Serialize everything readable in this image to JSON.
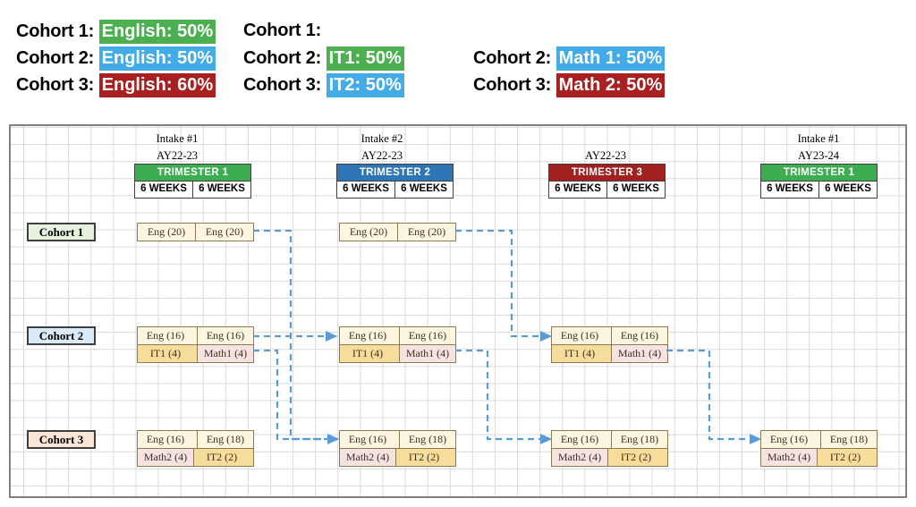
{
  "legend": {
    "rows": [
      {
        "label": "Cohort 1:",
        "chip": "English: 50%",
        "color": "#4CAF50"
      },
      {
        "label": "Cohort 2:",
        "chip": "English: 50%",
        "color": "#42ABE8"
      },
      {
        "label": "Cohort 3:",
        "chip": "English: 60%",
        "color": "#A82020"
      },
      {
        "label": "Cohort 1:",
        "chip": "",
        "color": ""
      },
      {
        "label": "Cohort 2:",
        "chip": "IT1:  50%",
        "color": "#4CAF50"
      },
      {
        "label": "Cohort 3:",
        "chip": "IT2:  50%",
        "color": "#42ABE8"
      },
      {
        "label": "Cohort 2:",
        "chip": "Math 1: 50%",
        "color": "#42ABE8"
      },
      {
        "label": "Cohort 3:",
        "chip": "Math 2: 50%",
        "color": "#A82020"
      }
    ]
  },
  "chart": {
    "trimesters": [
      {
        "intake": "Intake #1",
        "ay": "AY22-23",
        "band": "TRIMESTER 1",
        "color": "#3DAD52",
        "weeks": [
          "6 WEEKS",
          "6 WEEKS"
        ]
      },
      {
        "intake": "Intake #2",
        "ay": "AY22-23",
        "band": "TRIMESTER 2",
        "color": "#2E75B6",
        "weeks": [
          "6 WEEKS",
          "6 WEEKS"
        ]
      },
      {
        "intake": "",
        "ay": "AY22-23",
        "band": "TRIMESTER 3",
        "color": "#A32020",
        "weeks": [
          "6 WEEKS",
          "6 WEEKS"
        ]
      },
      {
        "intake": "Intake #1",
        "ay": "AY23-24",
        "band": "TRIMESTER 1",
        "color": "#3DAD52",
        "weeks": [
          "6 WEEKS",
          "6 WEEKS"
        ]
      }
    ],
    "cohorts": [
      {
        "tag": "Cohort 1",
        "tag_bg": "#e8f1de"
      },
      {
        "tag": "Cohort 2",
        "tag_bg": "#dbeaf7"
      },
      {
        "tag": "Cohort 3",
        "tag_bg": "#fbe5d6"
      }
    ],
    "blocks": {
      "c1": [
        {
          "top": [
            "Eng (20)",
            "Eng (20)"
          ]
        },
        {
          "top": [
            "Eng (20)",
            "Eng (20)"
          ]
        }
      ],
      "c2": [
        {
          "top": [
            "Eng (16)",
            "Eng (16)"
          ],
          "bottom": [
            "IT1 (4)",
            "Math1 (4)"
          ]
        },
        {
          "top": [
            "Eng (16)",
            "Eng (16)"
          ],
          "bottom": [
            "IT1 (4)",
            "Math1 (4)"
          ]
        },
        {
          "top": [
            "Eng (16)",
            "Eng (16)"
          ],
          "bottom": [
            "IT1 (4)",
            "Math1 (4)"
          ]
        }
      ],
      "c3": [
        {
          "top": [
            "Eng (16)",
            "Eng (18)"
          ],
          "bottom": [
            "Math2 (4)",
            "IT2 (2)"
          ]
        },
        {
          "top": [
            "Eng (16)",
            "Eng (18)"
          ],
          "bottom": [
            "Math2 (4)",
            "IT2 (2)"
          ]
        },
        {
          "top": [
            "Eng (16)",
            "Eng (18)"
          ],
          "bottom": [
            "Math2 (4)",
            "IT2 (2)"
          ]
        },
        {
          "top": [
            "Eng (16)",
            "Eng (18)"
          ],
          "bottom": [
            "Math2 (4)",
            "IT2 (2)"
          ]
        }
      ]
    },
    "connector_color": "#5B9BD5"
  }
}
